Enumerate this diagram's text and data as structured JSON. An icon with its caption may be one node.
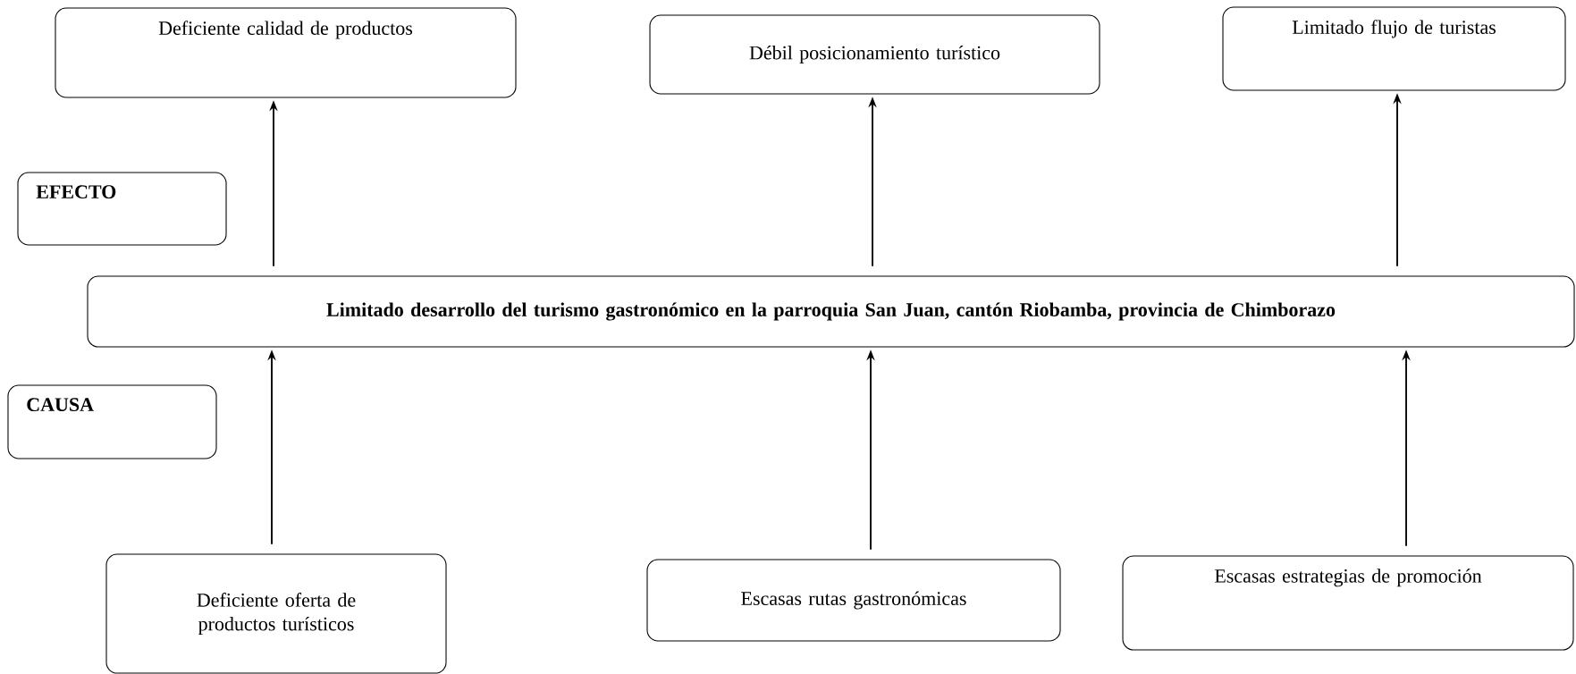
{
  "diagram": {
    "nodes": [
      {
        "text": [
          "Deficiente calidad de productos"
        ]
      },
      {
        "text": [
          "Débil posicionamiento turístico"
        ]
      },
      {
        "text": [
          "Limitado flujo de turistas"
        ]
      },
      {
        "text": [
          "EFECTO"
        ]
      },
      {
        "text": [
          "Limitado desarrollo del turismo gastronómico en la parroquia San Juan, cantón Riobamba, provincia de Chimborazo"
        ]
      },
      {
        "text": [
          "CAUSA"
        ]
      },
      {
        "text": [
          "Deficiente oferta de productos turísticos"
        ]
      },
      {
        "text": [
          "Escasas rutas gastronómicas"
        ]
      },
      {
        "text": [
          "Escasas estrategias de promoción"
        ]
      }
    ],
    "edges": [
      {
        "from": 4,
        "to": 0,
        "arrow": "to"
      },
      {
        "from": 4,
        "to": 1,
        "arrow": "to"
      },
      {
        "from": 4,
        "to": 2,
        "arrow": "to"
      },
      {
        "from": 6,
        "to": 4,
        "arrow": "to"
      },
      {
        "from": 7,
        "to": 4,
        "arrow": "to"
      },
      {
        "from": 8,
        "to": 4,
        "arrow": "to"
      }
    ]
  }
}
